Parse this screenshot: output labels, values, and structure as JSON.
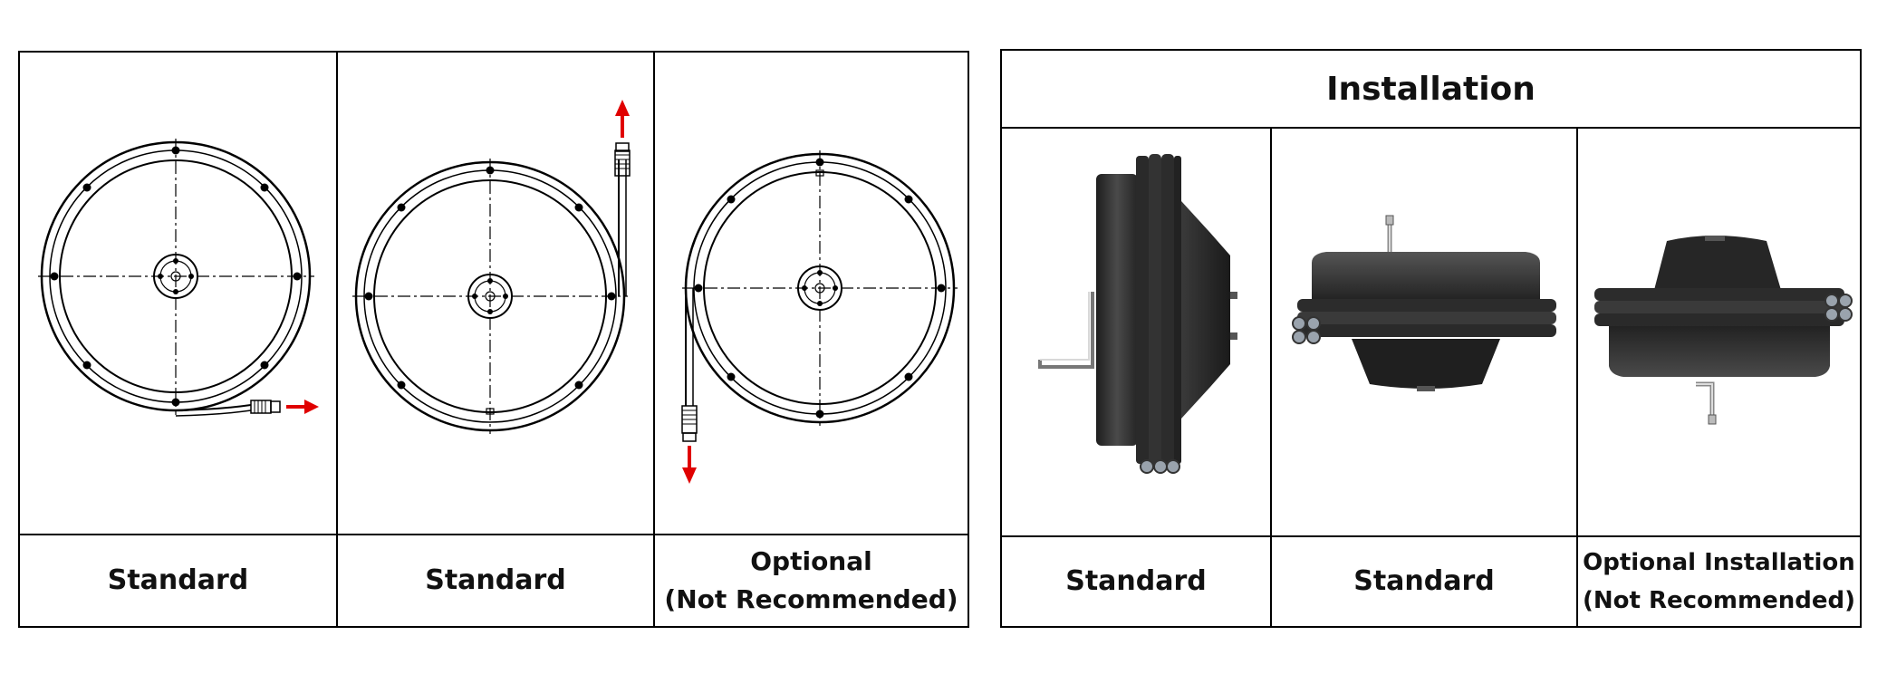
{
  "left_table": {
    "labels": [
      "Standard",
      "Standard",
      "Optional\n(Not Recommended)"
    ]
  },
  "right_table": {
    "header": "Installation",
    "labels": [
      "Standard",
      "Standard",
      "Optional Installation\n(Not Recommended)"
    ]
  },
  "colors": {
    "arrow": "#e00000",
    "line": "#000000",
    "body_dark": "#2b2b2b",
    "body_mid": "#4a4a4a"
  }
}
